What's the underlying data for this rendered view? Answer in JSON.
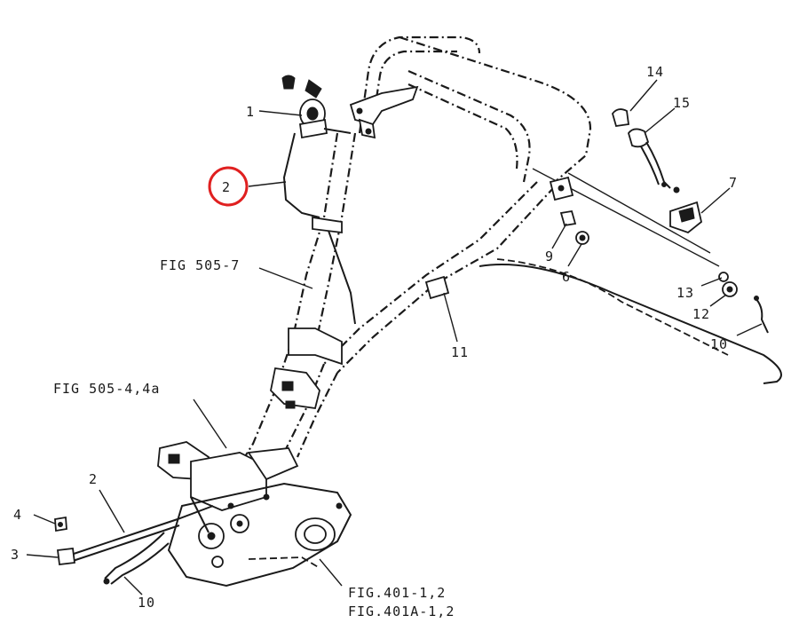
{
  "labels": {
    "l1": "1",
    "l2_top": "2",
    "l2_bottom": "2",
    "l3": "3",
    "l4": "4",
    "l6": "6",
    "l7": "7",
    "l9": "9",
    "l10_right": "10",
    "l10_bottom": "10",
    "l11": "11",
    "l12": "12",
    "l13": "13",
    "l14": "14",
    "l15": "15",
    "fig505_7": "FIG 505-7",
    "fig505_4": "FIG 505-4,4a",
    "fig401_line1": "FIG.401-1,2",
    "fig401_line2": "FIG.401A-1,2"
  },
  "highlight": {
    "color": "#e02020",
    "target": "2"
  },
  "line_color": "#1a1a1a"
}
